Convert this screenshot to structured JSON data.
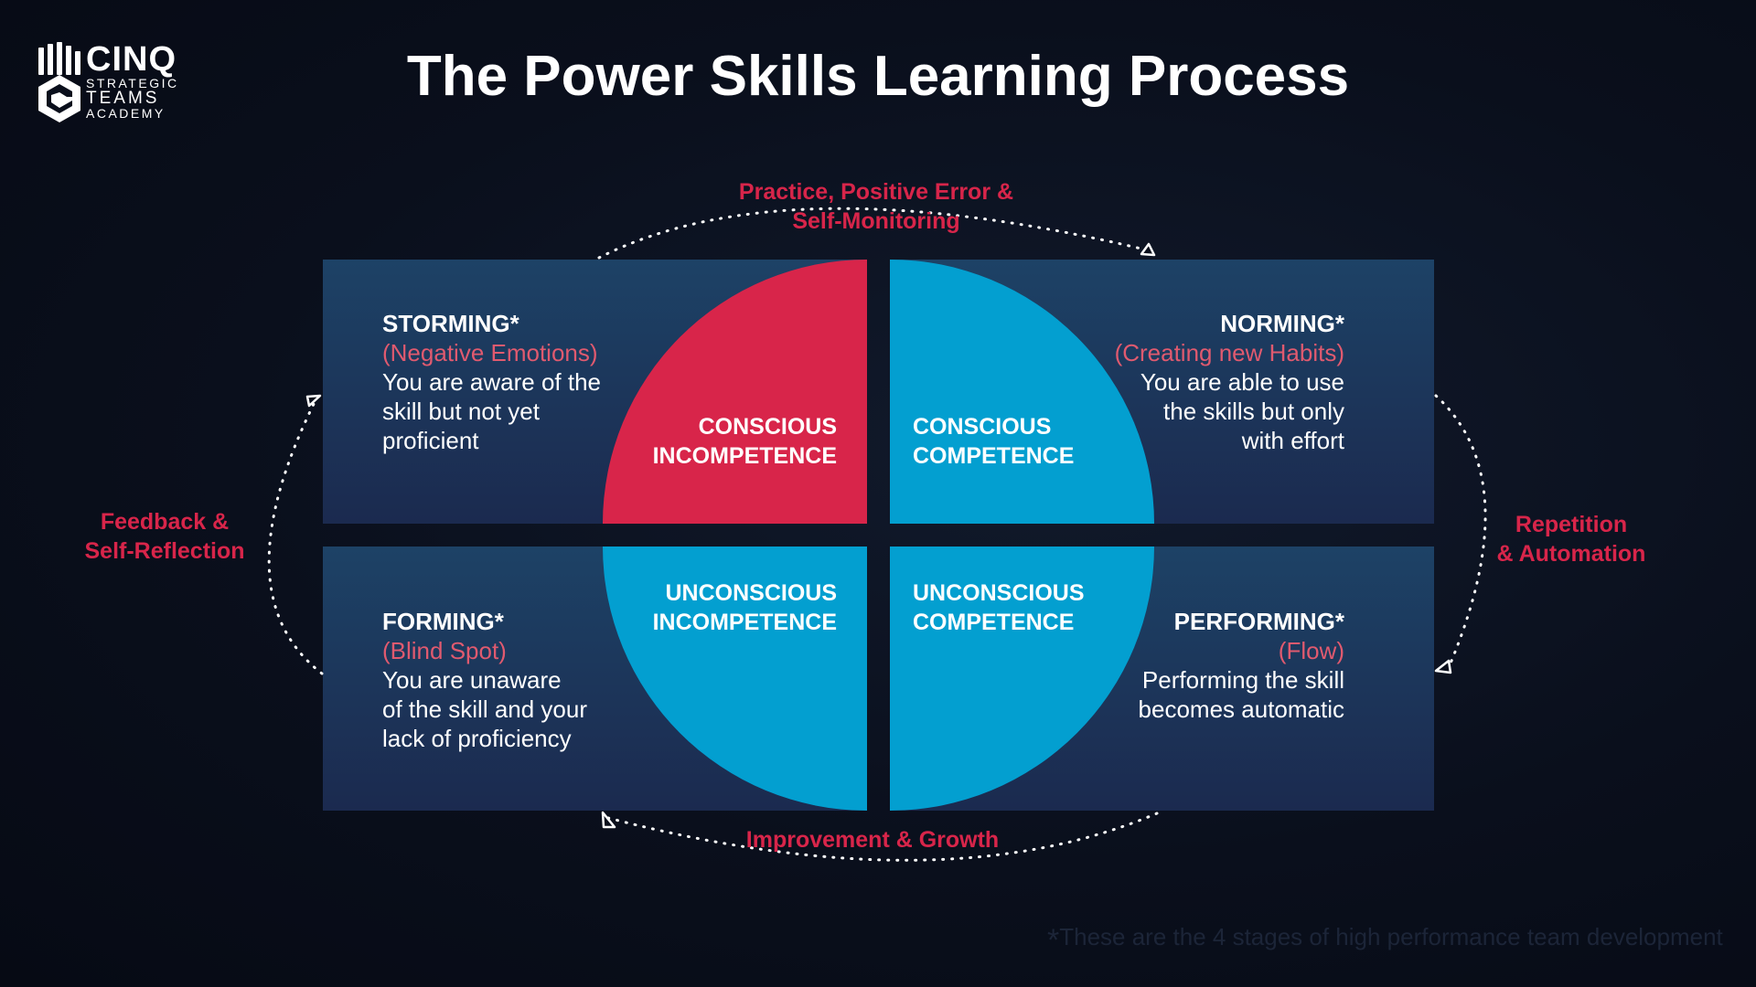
{
  "logo": {
    "cinq": "CINQ",
    "line1": "STRATEGIC",
    "line2": "TEAMS",
    "line3": "ACADEMY"
  },
  "title": "The Power Skills Learning Process",
  "flows": {
    "top": {
      "line1": "Practice, Positive Error &",
      "line2": "Self-Monitoring"
    },
    "right": {
      "line1": "Repetition",
      "line2": "& Automation"
    },
    "bottom": {
      "line1": "Improvement & Growth"
    },
    "left": {
      "line1": "Feedback &",
      "line2": "Self-Reflection"
    }
  },
  "stages": {
    "storming": {
      "name": "STORMING*",
      "sub": "(Negative Emotions)",
      "desc": [
        "You are aware of the",
        "skill but not yet",
        "proficient"
      ]
    },
    "norming": {
      "name": "NORMING*",
      "sub": "(Creating new Habits)",
      "desc": [
        "You are able to use",
        "the skills but only",
        "with effort"
      ]
    },
    "forming": {
      "name": "FORMING*",
      "sub": "(Blind Spot)",
      "desc": [
        "You are unaware",
        "of the skill and your",
        "lack of proficiency"
      ]
    },
    "performing": {
      "name": "PERFORMING*",
      "sub": "(Flow)",
      "desc": [
        "Performing the skill",
        "becomes automatic"
      ]
    }
  },
  "quadrants": {
    "conscious_incompetence": [
      "CONSCIOUS",
      "INCOMPETENCE"
    ],
    "conscious_competence": [
      "CONSCIOUS",
      "COMPETENCE"
    ],
    "unconscious_incompetence": [
      "UNCONSCIOUS",
      "INCOMPETENCE"
    ],
    "unconscious_competence": [
      "UNCONSCIOUS",
      "COMPETENCE"
    ]
  },
  "footnote": {
    "star": "*",
    "text": "These are the 4 stages of high performance team development"
  },
  "colors": {
    "background": "#0a0f1c",
    "panel_top": "#1d4266",
    "panel_bottom": "#1b2a4f",
    "accent_red": "#d8254a",
    "accent_blue": "#039fd0",
    "sub_text": "#e05a6f"
  }
}
